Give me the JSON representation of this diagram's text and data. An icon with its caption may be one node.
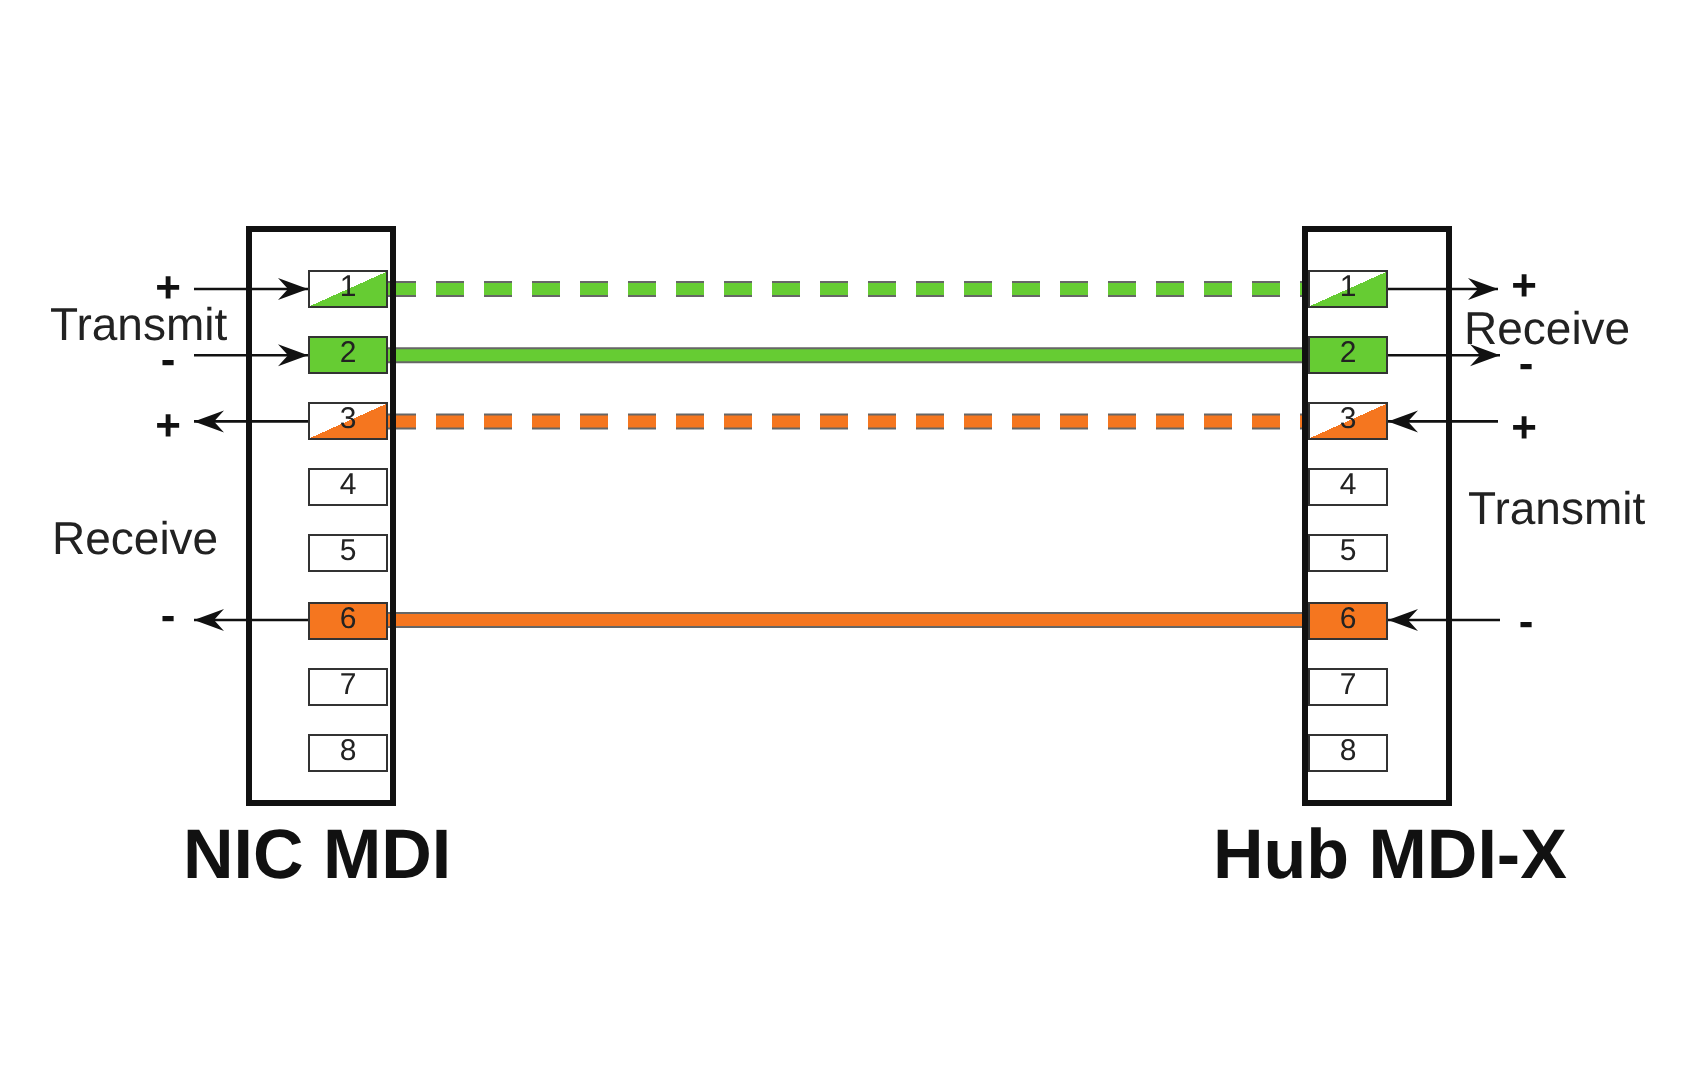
{
  "diagram": {
    "nodes": [
      {
        "text": [
          "NIC MDI"
        ]
      },
      {
        "text": [
          "1"
        ],
        "in": 0
      },
      {
        "text": [
          "2"
        ],
        "in": 0
      },
      {
        "text": [
          "3"
        ],
        "in": 0
      },
      {
        "text": [
          "4"
        ],
        "in": 0
      },
      {
        "text": [
          "5"
        ],
        "in": 0
      },
      {
        "text": [
          "6"
        ],
        "in": 0
      },
      {
        "text": [
          "7"
        ],
        "in": 0
      },
      {
        "text": [
          "8"
        ],
        "in": 0
      },
      {
        "text": [
          "Hub MDI-X"
        ]
      },
      {
        "text": [
          "1"
        ],
        "in": 9
      },
      {
        "text": [
          "2"
        ],
        "in": 9
      },
      {
        "text": [
          "3"
        ],
        "in": 9
      },
      {
        "text": [
          "4"
        ],
        "in": 9
      },
      {
        "text": [
          "5"
        ],
        "in": 9
      },
      {
        "text": [
          "6"
        ],
        "in": 9
      },
      {
        "text": [
          "7"
        ],
        "in": 9
      },
      {
        "text": [
          "8"
        ],
        "in": 9
      },
      {
        "text": [
          "+"
        ]
      },
      {
        "text": [
          "-"
        ]
      },
      {
        "text": [
          "+"
        ]
      },
      {
        "text": [
          "-"
        ]
      },
      {
        "text": [
          "+"
        ]
      },
      {
        "text": [
          "-"
        ]
      },
      {
        "text": [
          "+"
        ]
      },
      {
        "text": [
          "-"
        ]
      }
    ],
    "edges": [
      {
        "from": 18,
        "to": 1,
        "arrow": "to"
      },
      {
        "from": 19,
        "to": 2,
        "arrow": "to"
      },
      {
        "from": 3,
        "to": 20,
        "arrow": "to"
      },
      {
        "from": 6,
        "to": 21,
        "arrow": "to"
      },
      {
        "from": 1,
        "to": 10,
        "arrow": "none",
        "style": "dashed",
        "color": "#66cc33"
      },
      {
        "from": 2,
        "to": 11,
        "arrow": "none",
        "style": "thick",
        "color": "#66cc33"
      },
      {
        "from": 3,
        "to": 12,
        "arrow": "none",
        "style": "dashed",
        "color": "#f5761f"
      },
      {
        "from": 6,
        "to": 15,
        "arrow": "none",
        "style": "thick",
        "color": "#f5761f"
      },
      {
        "from": 10,
        "to": 22,
        "arrow": "to"
      },
      {
        "from": 11,
        "to": 23,
        "arrow": "to"
      },
      {
        "from": 24,
        "to": 12,
        "arrow": "to"
      },
      {
        "from": 25,
        "to": 15,
        "arrow": "to"
      }
    ],
    "labels": [
      "Transmit",
      "Receive",
      "Transmit",
      "Receive"
    ]
  }
}
